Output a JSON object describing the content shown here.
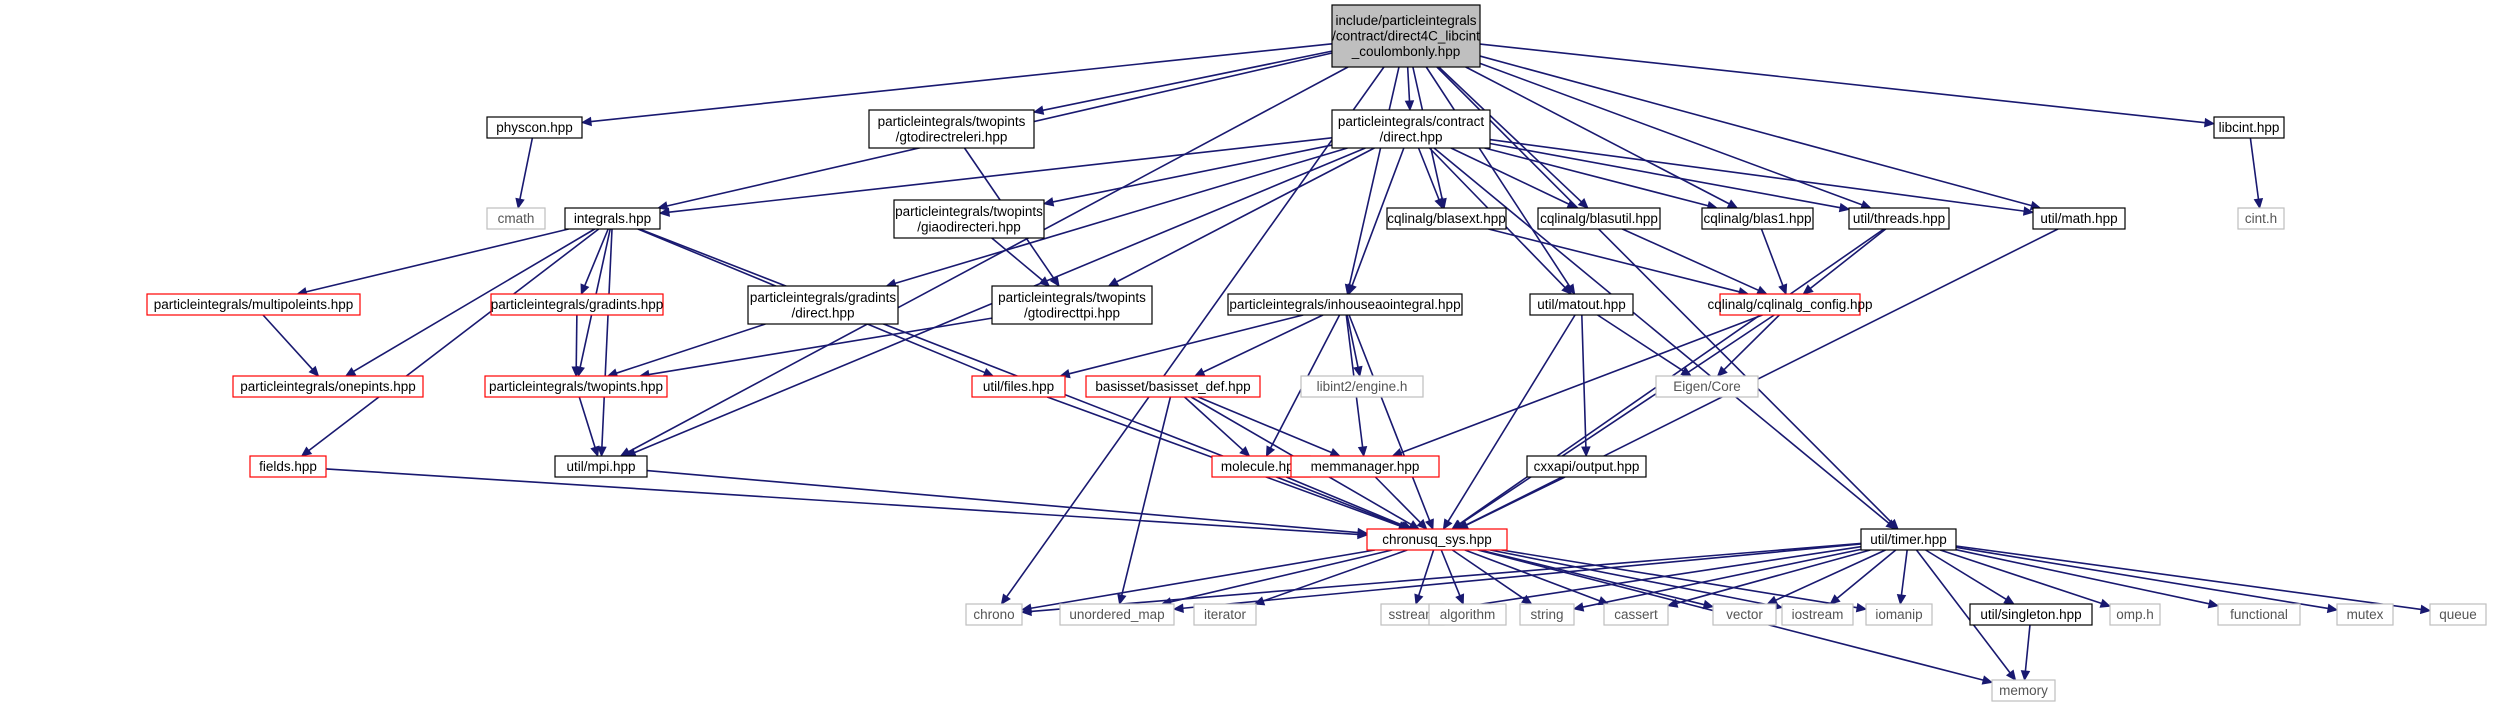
{
  "nodes": [
    {
      "id": "root",
      "lines": [
        "include/particleintegrals",
        "/contract/direct4C_libcint",
        "_coulombonly.hpp"
      ],
      "kind": "root"
    },
    {
      "id": "physcon",
      "lines": [
        "physcon.hpp"
      ],
      "kind": "doc"
    },
    {
      "id": "gtoeri",
      "lines": [
        "particleintegrals/twopints",
        "/gtodirectreleri.hpp"
      ],
      "kind": "doc"
    },
    {
      "id": "direct",
      "lines": [
        "particleintegrals/contract",
        "/direct.hpp"
      ],
      "kind": "doc"
    },
    {
      "id": "libcint",
      "lines": [
        "libcint.hpp"
      ],
      "kind": "doc"
    },
    {
      "id": "cmath",
      "lines": [
        "cmath"
      ],
      "kind": "ext"
    },
    {
      "id": "cinth",
      "lines": [
        "cint.h"
      ],
      "kind": "ext"
    },
    {
      "id": "integrals",
      "lines": [
        "integrals.hpp"
      ],
      "kind": "doc"
    },
    {
      "id": "giao",
      "lines": [
        "particleintegrals/twopints",
        "/giaodirecteri.hpp"
      ],
      "kind": "doc"
    },
    {
      "id": "blasext",
      "lines": [
        "cqlinalg/blasext.hpp"
      ],
      "kind": "doc"
    },
    {
      "id": "blasutil",
      "lines": [
        "cqlinalg/blasutil.hpp"
      ],
      "kind": "doc"
    },
    {
      "id": "blas1",
      "lines": [
        "cqlinalg/blas1.hpp"
      ],
      "kind": "doc"
    },
    {
      "id": "threads",
      "lines": [
        "util/threads.hpp"
      ],
      "kind": "doc"
    },
    {
      "id": "math",
      "lines": [
        "util/math.hpp"
      ],
      "kind": "doc"
    },
    {
      "id": "multipole",
      "lines": [
        "particleintegrals/multipoleints.hpp"
      ],
      "kind": "partial"
    },
    {
      "id": "gradints",
      "lines": [
        "particleintegrals/gradints.hpp"
      ],
      "kind": "partial"
    },
    {
      "id": "gradintsdirect",
      "lines": [
        "particleintegrals/gradints",
        "/direct.hpp"
      ],
      "kind": "doc"
    },
    {
      "id": "gtotpi",
      "lines": [
        "particleintegrals/twopints",
        "/gtodirecttpi.hpp"
      ],
      "kind": "doc"
    },
    {
      "id": "inhouse",
      "lines": [
        "particleintegrals/inhouseaointegral.hpp"
      ],
      "kind": "doc"
    },
    {
      "id": "matout",
      "lines": [
        "util/matout.hpp"
      ],
      "kind": "doc"
    },
    {
      "id": "cqconfig",
      "lines": [
        "cqlinalg/cqlinalg_config.hpp"
      ],
      "kind": "partial"
    },
    {
      "id": "onepints",
      "lines": [
        "particleintegrals/onepints.hpp"
      ],
      "kind": "partial"
    },
    {
      "id": "twopints",
      "lines": [
        "particleintegrals/twopints.hpp"
      ],
      "kind": "partial"
    },
    {
      "id": "files",
      "lines": [
        "util/files.hpp"
      ],
      "kind": "partial"
    },
    {
      "id": "basisdef",
      "lines": [
        "basisset/basisset_def.hpp"
      ],
      "kind": "partial"
    },
    {
      "id": "libint",
      "lines": [
        "libint2/engine.h"
      ],
      "kind": "ext"
    },
    {
      "id": "eigen",
      "lines": [
        "Eigen/Core"
      ],
      "kind": "ext"
    },
    {
      "id": "fields",
      "lines": [
        "fields.hpp"
      ],
      "kind": "partial"
    },
    {
      "id": "mpi",
      "lines": [
        "util/mpi.hpp"
      ],
      "kind": "doc"
    },
    {
      "id": "molecule",
      "lines": [
        "molecule.hpp"
      ],
      "kind": "partial"
    },
    {
      "id": "memmanager",
      "lines": [
        "memmanager.hpp"
      ],
      "kind": "partial"
    },
    {
      "id": "cxxapi",
      "lines": [
        "cxxapi/output.hpp"
      ],
      "kind": "doc"
    },
    {
      "id": "chronusq",
      "lines": [
        "chronusq_sys.hpp"
      ],
      "kind": "partial"
    },
    {
      "id": "timer",
      "lines": [
        "util/timer.hpp"
      ],
      "kind": "doc"
    },
    {
      "id": "chrono",
      "lines": [
        "chrono"
      ],
      "kind": "ext"
    },
    {
      "id": "umap",
      "lines": [
        "unordered_map"
      ],
      "kind": "ext"
    },
    {
      "id": "iterator",
      "lines": [
        "iterator"
      ],
      "kind": "ext"
    },
    {
      "id": "sstream",
      "lines": [
        "sstream"
      ],
      "kind": "ext"
    },
    {
      "id": "algorithm",
      "lines": [
        "algorithm"
      ],
      "kind": "ext"
    },
    {
      "id": "string",
      "lines": [
        "string"
      ],
      "kind": "ext"
    },
    {
      "id": "cassert",
      "lines": [
        "cassert"
      ],
      "kind": "ext"
    },
    {
      "id": "vector",
      "lines": [
        "vector"
      ],
      "kind": "ext"
    },
    {
      "id": "iostream",
      "lines": [
        "iostream"
      ],
      "kind": "ext"
    },
    {
      "id": "iomanip",
      "lines": [
        "iomanip"
      ],
      "kind": "ext"
    },
    {
      "id": "singleton",
      "lines": [
        "util/singleton.hpp"
      ],
      "kind": "doc"
    },
    {
      "id": "omph",
      "lines": [
        "omp.h"
      ],
      "kind": "ext"
    },
    {
      "id": "functional",
      "lines": [
        "functional"
      ],
      "kind": "ext"
    },
    {
      "id": "mutex",
      "lines": [
        "mutex"
      ],
      "kind": "ext"
    },
    {
      "id": "queue",
      "lines": [
        "queue"
      ],
      "kind": "ext"
    },
    {
      "id": "memory",
      "lines": [
        "memory"
      ],
      "kind": "ext"
    }
  ],
  "edges": [
    [
      "root",
      "physcon"
    ],
    [
      "root",
      "gtoeri"
    ],
    [
      "root",
      "direct"
    ],
    [
      "root",
      "libcint"
    ],
    [
      "root",
      "integrals"
    ],
    [
      "root",
      "blasext"
    ],
    [
      "root",
      "blasutil"
    ],
    [
      "root",
      "blas1"
    ],
    [
      "root",
      "threads"
    ],
    [
      "root",
      "math"
    ],
    [
      "root",
      "inhouse"
    ],
    [
      "root",
      "matout"
    ],
    [
      "root",
      "timer"
    ],
    [
      "root",
      "chrono"
    ],
    [
      "root",
      "mpi"
    ],
    [
      "physcon",
      "cmath"
    ],
    [
      "libcint",
      "cinth"
    ],
    [
      "gtoeri",
      "gtotpi"
    ],
    [
      "direct",
      "integrals"
    ],
    [
      "direct",
      "giao"
    ],
    [
      "direct",
      "blasext"
    ],
    [
      "direct",
      "blasutil"
    ],
    [
      "direct",
      "blas1"
    ],
    [
      "direct",
      "threads"
    ],
    [
      "direct",
      "math"
    ],
    [
      "direct",
      "gradintsdirect"
    ],
    [
      "direct",
      "gtotpi"
    ],
    [
      "direct",
      "inhouse"
    ],
    [
      "direct",
      "matout"
    ],
    [
      "direct",
      "mpi"
    ],
    [
      "direct",
      "timer"
    ],
    [
      "integrals",
      "multipole"
    ],
    [
      "integrals",
      "gradints"
    ],
    [
      "integrals",
      "onepints"
    ],
    [
      "integrals",
      "twopints"
    ],
    [
      "integrals",
      "files"
    ],
    [
      "integrals",
      "fields"
    ],
    [
      "integrals",
      "mpi"
    ],
    [
      "integrals",
      "chronusq"
    ],
    [
      "multipole",
      "onepints"
    ],
    [
      "gradints",
      "twopints"
    ],
    [
      "gradintsdirect",
      "twopints"
    ],
    [
      "giao",
      "gtotpi"
    ],
    [
      "gtotpi",
      "twopints"
    ],
    [
      "twopints",
      "mpi"
    ],
    [
      "blasext",
      "cqconfig"
    ],
    [
      "blasutil",
      "cqconfig"
    ],
    [
      "blas1",
      "cqconfig"
    ],
    [
      "threads",
      "cqconfig"
    ],
    [
      "threads",
      "chronusq"
    ],
    [
      "math",
      "chronusq"
    ],
    [
      "cqconfig",
      "eigen"
    ],
    [
      "cqconfig",
      "memmanager"
    ],
    [
      "cqconfig",
      "chronusq"
    ],
    [
      "inhouse",
      "files"
    ],
    [
      "inhouse",
      "basisdef"
    ],
    [
      "inhouse",
      "libint"
    ],
    [
      "inhouse",
      "molecule"
    ],
    [
      "inhouse",
      "memmanager"
    ],
    [
      "inhouse",
      "chronusq"
    ],
    [
      "matout",
      "eigen"
    ],
    [
      "matout",
      "cxxapi"
    ],
    [
      "matout",
      "chronusq"
    ],
    [
      "files",
      "chronusq"
    ],
    [
      "basisdef",
      "molecule"
    ],
    [
      "basisdef",
      "memmanager"
    ],
    [
      "basisdef",
      "chronusq"
    ],
    [
      "basisdef",
      "umap"
    ],
    [
      "fields",
      "chronusq"
    ],
    [
      "mpi",
      "chronusq"
    ],
    [
      "molecule",
      "chronusq"
    ],
    [
      "memmanager",
      "chronusq"
    ],
    [
      "cxxapi",
      "chronusq"
    ],
    [
      "chronusq",
      "chrono"
    ],
    [
      "chronusq",
      "umap"
    ],
    [
      "chronusq",
      "iterator"
    ],
    [
      "chronusq",
      "sstream"
    ],
    [
      "chronusq",
      "algorithm"
    ],
    [
      "chronusq",
      "string"
    ],
    [
      "chronusq",
      "cassert"
    ],
    [
      "chronusq",
      "vector"
    ],
    [
      "chronusq",
      "iostream"
    ],
    [
      "chronusq",
      "iomanip"
    ],
    [
      "chronusq",
      "memory"
    ],
    [
      "timer",
      "chrono"
    ],
    [
      "timer",
      "umap"
    ],
    [
      "timer",
      "sstream"
    ],
    [
      "timer",
      "string"
    ],
    [
      "timer",
      "cassert"
    ],
    [
      "timer",
      "vector"
    ],
    [
      "timer",
      "iostream"
    ],
    [
      "timer",
      "iomanip"
    ],
    [
      "timer",
      "singleton"
    ],
    [
      "timer",
      "omph"
    ],
    [
      "timer",
      "functional"
    ],
    [
      "timer",
      "mutex"
    ],
    [
      "timer",
      "queue"
    ],
    [
      "timer",
      "memory"
    ],
    [
      "singleton",
      "memory"
    ]
  ]
}
